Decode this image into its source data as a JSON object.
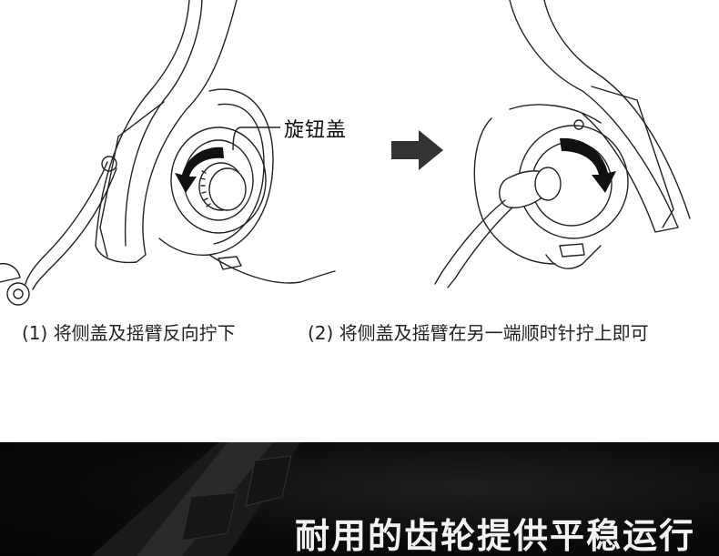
{
  "diagram": {
    "knob_label": "旋钮盖",
    "step1_caption": "(1) 将侧盖及摇臂反向拧下",
    "step2_caption": "(2) 将侧盖及摇臂在另一端顺时针拧上即可",
    "arrow_icon": "right-arrow-icon"
  },
  "banner": {
    "title": "耐用的齿轮提供平稳运行"
  }
}
